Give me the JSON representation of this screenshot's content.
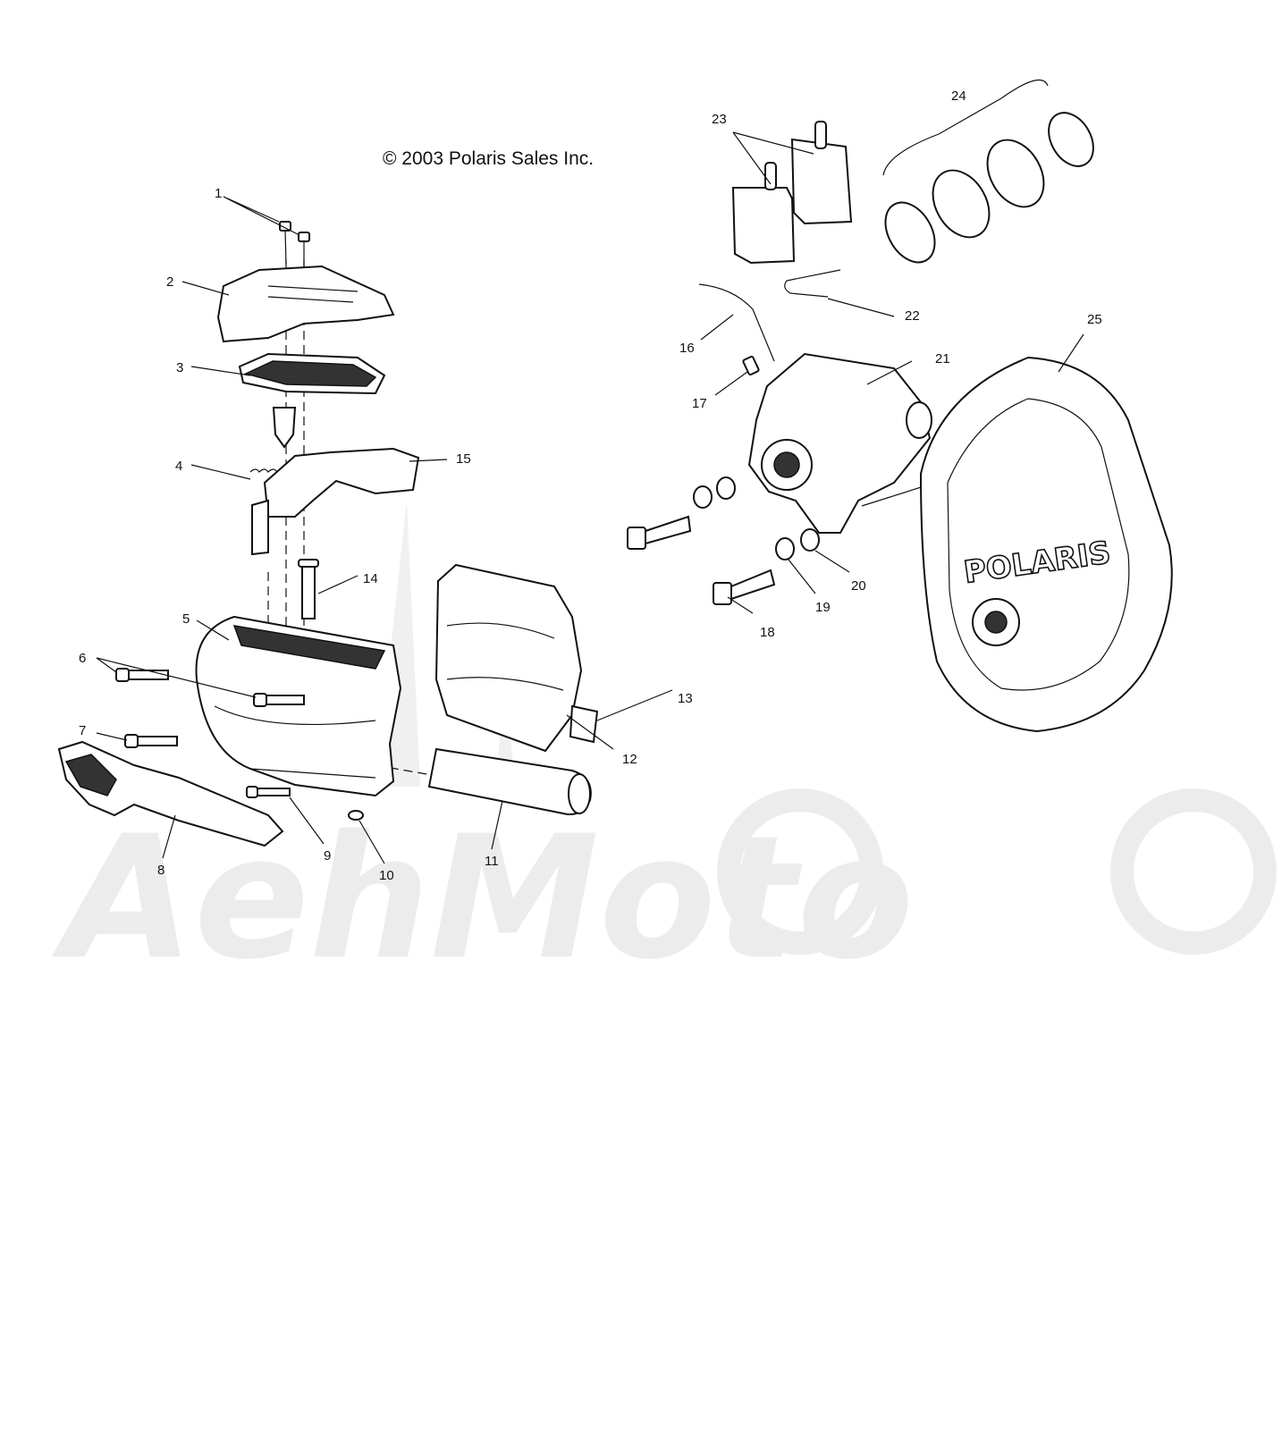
{
  "copyright": "© 2003 Polaris Sales Inc.",
  "brand_on_cover": "POLARIS",
  "watermark_text": "AehMoto",
  "callouts": [
    "1",
    "2",
    "3",
    "4",
    "5",
    "6",
    "7",
    "8",
    "9",
    "10",
    "11",
    "12",
    "13",
    "14",
    "15",
    "16",
    "17",
    "18",
    "19",
    "20",
    "21",
    "22",
    "23",
    "24",
    "25"
  ]
}
